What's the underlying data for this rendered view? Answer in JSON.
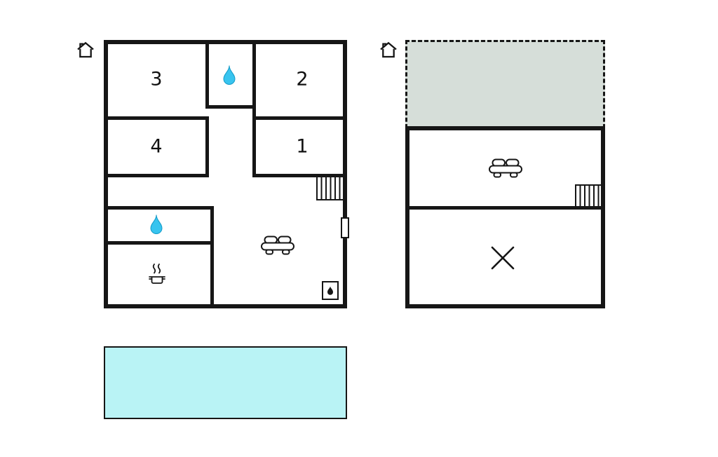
{
  "page": {
    "type": "vacation-home-floor-plan"
  },
  "colors": {
    "wall": "#161616",
    "water": "#38c4ef",
    "pool": "#b9f3f5",
    "terrace": "#d6ded9"
  },
  "ground_floor": {
    "marker": "house-icon",
    "rooms": [
      {
        "label": "3"
      },
      {
        "label": "2"
      },
      {
        "label": "4"
      },
      {
        "label": "1"
      }
    ],
    "features": [
      "bathroom-water-drop",
      "second-bathroom-water-drop",
      "kitchen-stove",
      "sofa",
      "fireplace",
      "stairs",
      "entrance-door"
    ]
  },
  "upper_floor": {
    "marker": "house-icon",
    "features": [
      "terrace-dashed",
      "sofa",
      "stairs",
      "crossed-open-area"
    ]
  },
  "pool": {
    "feature": "swimming-pool"
  }
}
